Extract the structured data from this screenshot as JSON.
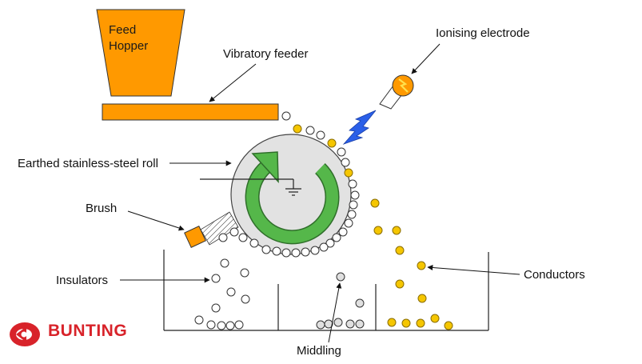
{
  "colors": {
    "orange": "#ff9900",
    "roll_fill": "#e2e2e2",
    "arrow_green": "#55b74a",
    "conductor_yellow": "#f5c600",
    "spark_blue": "#2a5fe8",
    "logo_red": "#d8232a"
  },
  "labels": {
    "feed_hopper_line1": "Feed",
    "feed_hopper_line2": "Hopper",
    "vibratory_feeder": "Vibratory feeder",
    "ionising_electrode": "Ionising electrode",
    "earthed_roll": "Earthed stainless-steel roll",
    "brush": "Brush",
    "insulators": "Insulators",
    "conductors": "Conductors",
    "middling": "Middling"
  },
  "logo": {
    "text": "BUNTING"
  },
  "icons": [
    "ground-symbol-icon",
    "lightning-spark-icon",
    "rotation-arrow-icon",
    "bunting-logo-icon"
  ]
}
